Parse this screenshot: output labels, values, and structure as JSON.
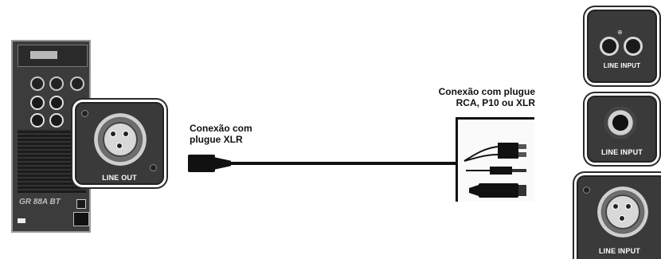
{
  "speaker": {
    "model": "GR 88A BT",
    "line_out_label": "LINE OUT"
  },
  "captions": {
    "left": [
      "Conexão com",
      "plugue XLR"
    ],
    "right": [
      "Conexão com plugue",
      "RCA, P10 ou XLR"
    ]
  },
  "inputs": {
    "rca_label": "LINE INPUT",
    "p10_label": "LINE INPUT",
    "xlr_label": "LINE INPUT"
  }
}
